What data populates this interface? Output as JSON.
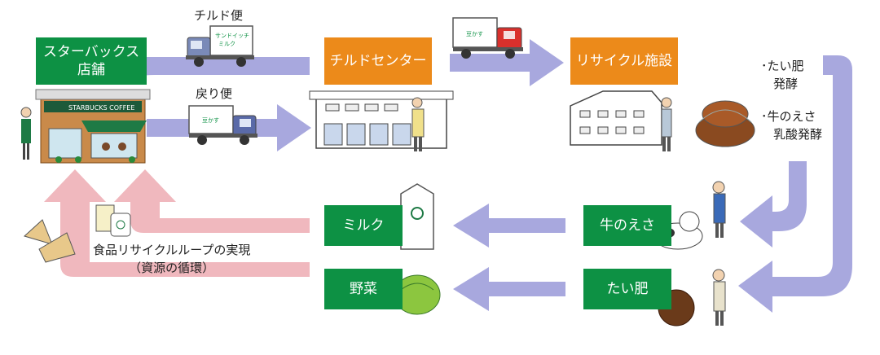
{
  "nodes": {
    "store": "スターバックス\n店舗",
    "chilled_center": "チルドセンター",
    "recycling_facility": "リサイクル施設",
    "milk": "ミルク",
    "vegetables": "野菜",
    "cow_feed": "牛のえさ",
    "compost": "たい肥"
  },
  "labels": {
    "chilled_delivery": "チルド便",
    "return_trip": "戻り便",
    "process_compost": "･たい肥\n　発酵",
    "process_feed": "･牛のえさ\n　乳酸発酵",
    "loop_caption": "食品リサイクルループの実現\n（資源の循環）"
  },
  "truck_labels": {
    "sandwich": "サンドイッチ",
    "milk": "ミルク",
    "okara": "豆かす"
  },
  "store_sign": "STARBUCKS COFFEE",
  "colors": {
    "node_green": "#0d9144",
    "node_orange": "#ec8a1a",
    "flow_arrow": "#a8a8de",
    "loop_arrow": "#f0b8be"
  }
}
